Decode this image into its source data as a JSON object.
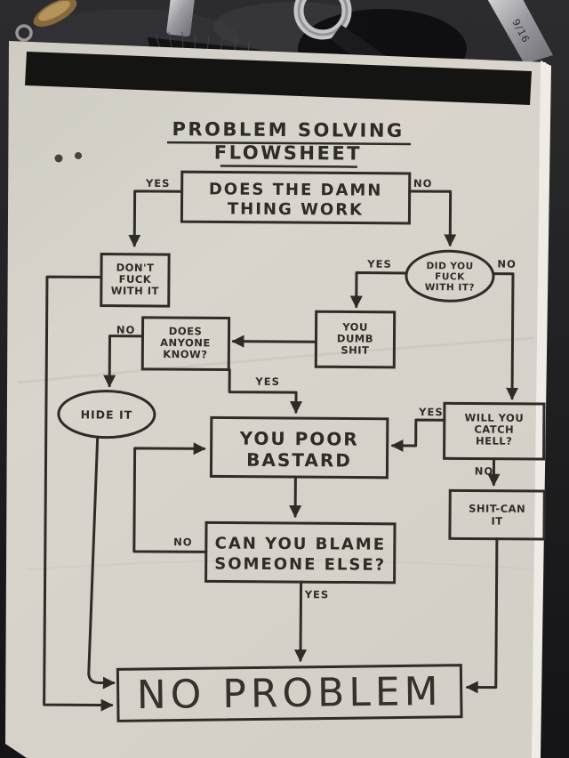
{
  "title": {
    "line1": "PROBLEM SOLVING",
    "line2": "FLOWSHEET"
  },
  "nodes": {
    "work": {
      "shape": "rect",
      "lines": [
        "DOES THE DAMN",
        "THING WORK"
      ]
    },
    "dont": {
      "shape": "rect",
      "lines": [
        "DON'T",
        "FUCK",
        "WITH IT"
      ]
    },
    "did": {
      "shape": "oval",
      "lines": [
        "DID YOU",
        "FUCK",
        "WITH IT?"
      ]
    },
    "dumb": {
      "shape": "rect",
      "lines": [
        "YOU",
        "DUMB",
        "SHIT"
      ]
    },
    "know": {
      "shape": "rect",
      "lines": [
        "DOES",
        "ANYONE",
        "KNOW?"
      ]
    },
    "hide": {
      "shape": "oval",
      "lines": [
        "HIDE IT"
      ]
    },
    "poor": {
      "shape": "rect",
      "lines": [
        "YOU POOR",
        "BASTARD"
      ]
    },
    "catch": {
      "shape": "rect",
      "lines": [
        "WILL YOU",
        "CATCH",
        "HELL?"
      ]
    },
    "shitcan": {
      "shape": "rect",
      "lines": [
        "SHIT-CAN",
        "IT"
      ]
    },
    "blame": {
      "shape": "rect",
      "lines": [
        "CAN YOU BLAME",
        "SOMEONE ELSE?"
      ]
    },
    "noproblem": {
      "shape": "rect",
      "lines": [
        "NO PROBLEM"
      ]
    }
  },
  "edge_labels": {
    "work_yes": "YES",
    "work_no": "NO",
    "did_yes": "YES",
    "did_no": "NO",
    "know_no": "NO",
    "know_yes": "YES",
    "catch_yes": "YES",
    "catch_no": "NO",
    "blame_no": "NO",
    "blame_yes": "YES"
  },
  "background": {
    "wrench_marking": "9/16"
  },
  "colors": {
    "ink": "#2e2c27",
    "paper": "#d7d3ca",
    "header_band": "#141412",
    "bench": "#212124"
  }
}
